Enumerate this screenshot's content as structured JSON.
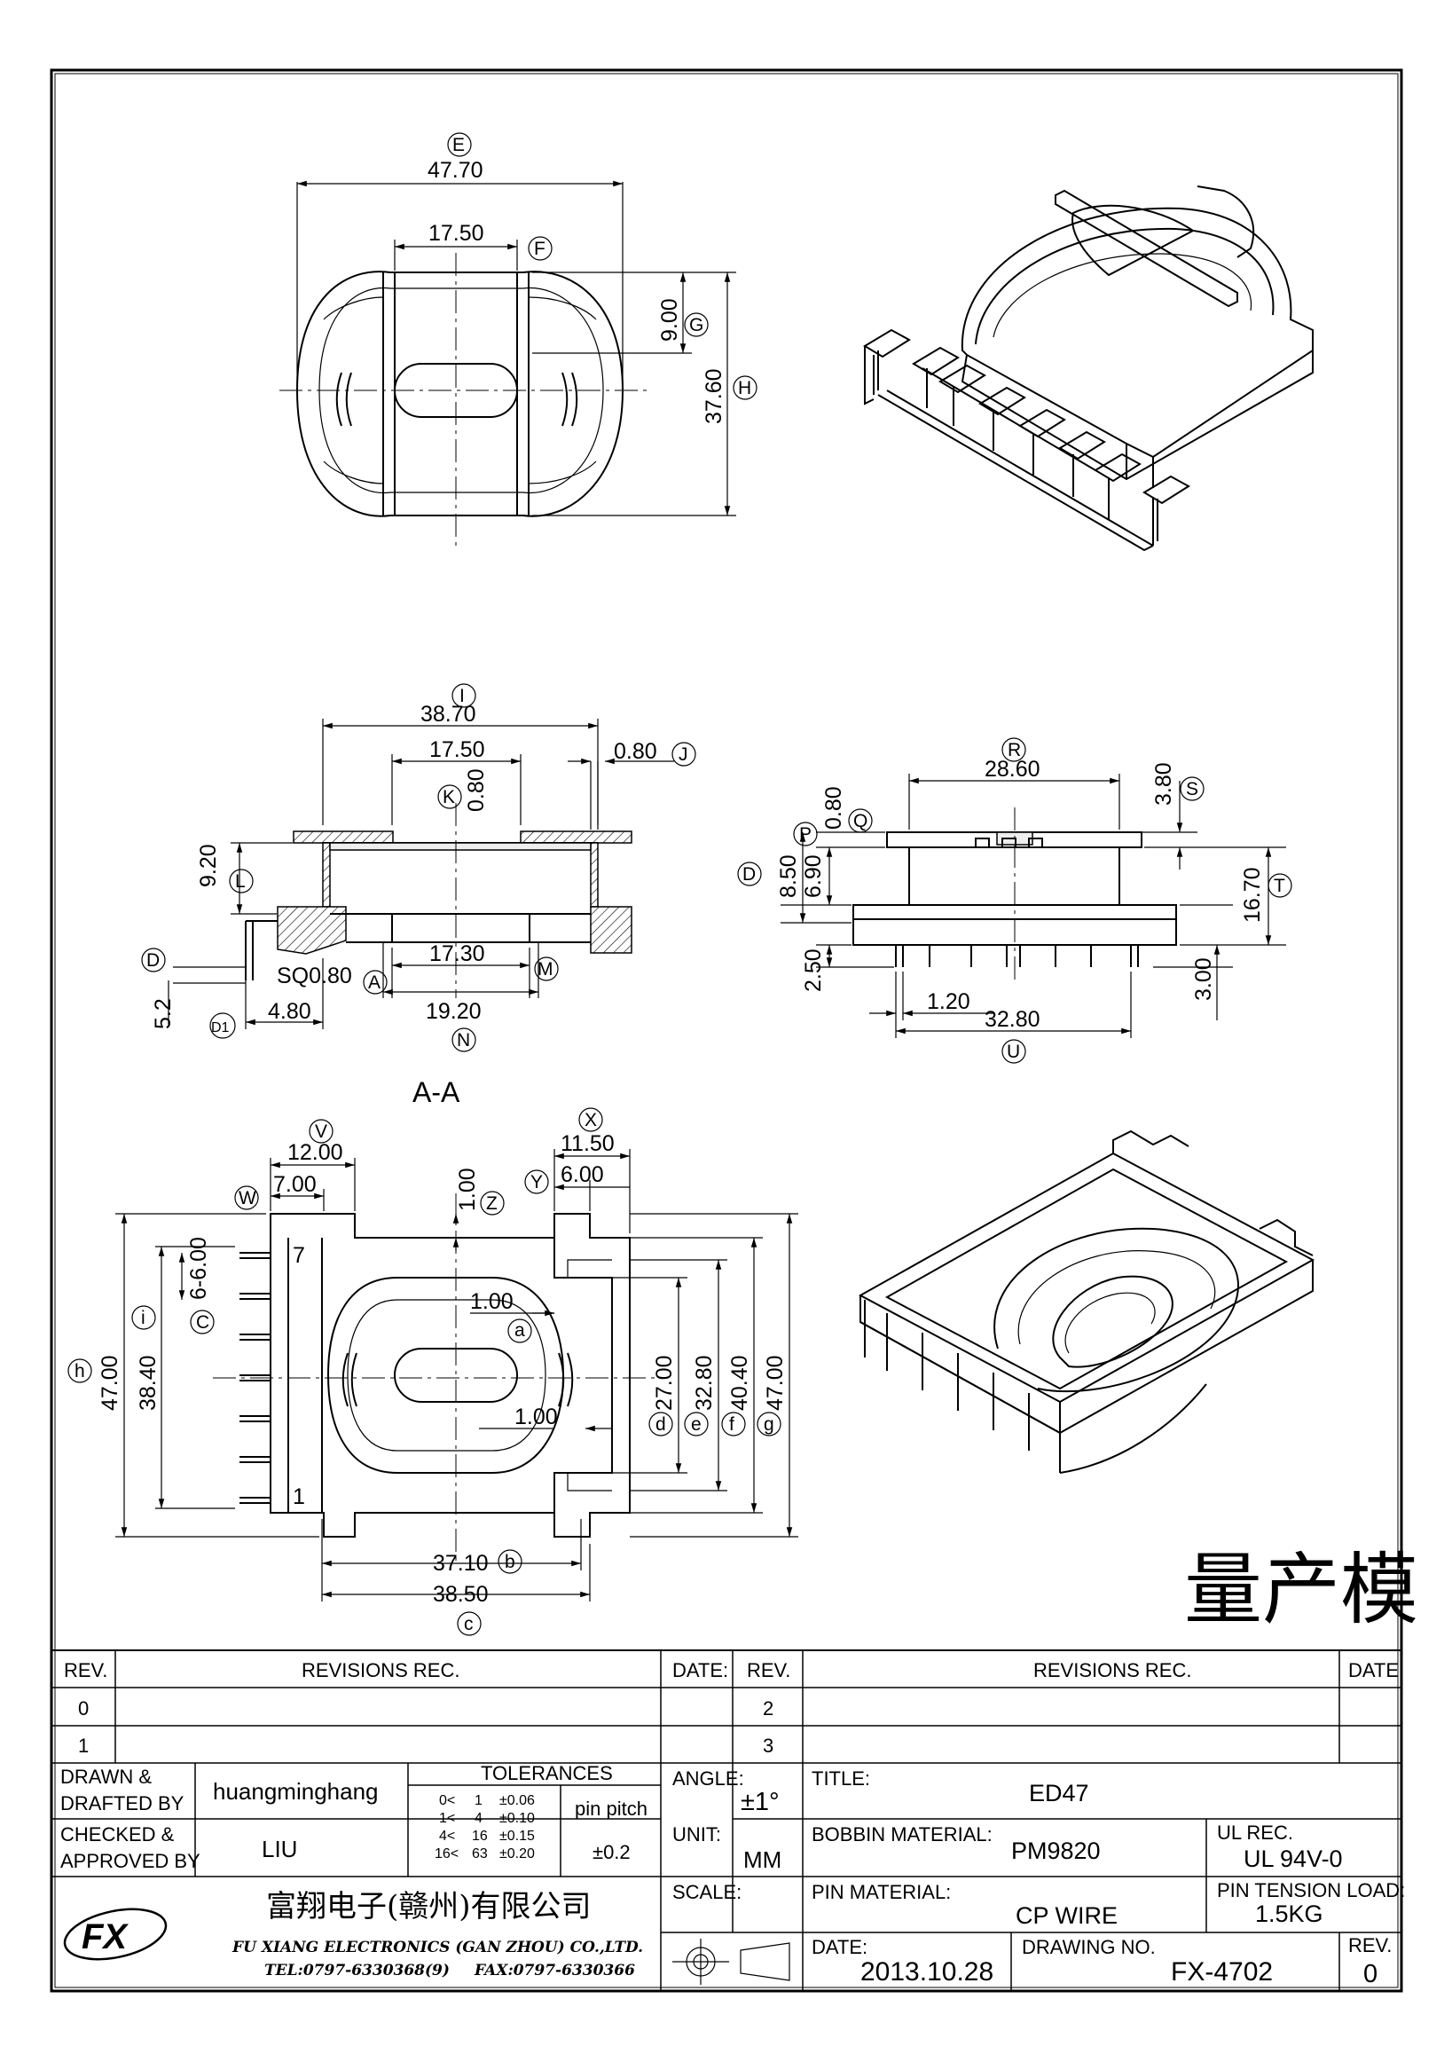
{
  "production_stamp": "量产模",
  "section_label": "A-A",
  "callouts": {
    "E": "E",
    "F": "F",
    "G": "G",
    "H": "H",
    "I": "I",
    "J": "J",
    "K": "K",
    "L": "L",
    "D": "D",
    "C": "C",
    "A": "A",
    "M": "M",
    "N": "N",
    "D1": "D1",
    "R": "R",
    "S": "S",
    "P": "P",
    "Q": "Q",
    "T": "T",
    "U": "U",
    "V": "V",
    "W": "W",
    "X": "X",
    "Y": "Y",
    "Z": "Z",
    "a": "a",
    "b": "b",
    "c": "c",
    "d": "d",
    "e": "e",
    "f": "f",
    "g": "g",
    "h": "h",
    "i": "i"
  },
  "top_view": {
    "E": "47.70",
    "F": "17.50",
    "G": "9.00",
    "H": "37.60"
  },
  "section_view": {
    "I": "38.70",
    "top": "17.50",
    "J": "0.80",
    "K": "0.80",
    "L": "9.20",
    "A": "SQ0.80",
    "M": "17.30",
    "N": "19.20",
    "D1": "4.80",
    "D": "5.2"
  },
  "front_view": {
    "R": "28.60",
    "S": "3.80",
    "Q": "0.80",
    "P": "6.90",
    "D": "8.50",
    "T": "16.70",
    "pin_len": "2.50",
    "pin_pitch": "1.20",
    "U": "32.80",
    "pin_tail": "3.00"
  },
  "bottom_view": {
    "V": "12.00",
    "W": "7.00",
    "X": "11.50",
    "Y": "6.00",
    "Z": "1.00",
    "a": "1.00",
    "C": "6-6.00",
    "i": "38.40",
    "h": "47.00",
    "d": "27.00",
    "e": "32.80",
    "f": "40.40",
    "g": "47.00",
    "b": "37.10",
    "c": "38.50",
    "gap": "1.00",
    "pin7": "7",
    "pin1": "1"
  },
  "title_block": {
    "rev_header": "REV.",
    "revisions_header": "REVISIONS    REC.",
    "date_header": "DATE:",
    "rev_rows": [
      "0",
      "1"
    ],
    "rev_rows_right": [
      "2",
      "3"
    ],
    "drawn_label": "DRAWN  &\nDRAFTED  BY",
    "drawn_value": "huangminghang",
    "checked_label": "CHECKED  &\nAPPROVED  BY",
    "checked_value": "LIU",
    "tolerances_header": "TOLERANCES",
    "tolerances": [
      [
        "0<",
        "1",
        "±0.06"
      ],
      [
        "1<",
        "4",
        "±0.10"
      ],
      [
        "4<",
        "16",
        "±0.15"
      ],
      [
        "16<",
        "63",
        "±0.20"
      ]
    ],
    "pin_pitch_label": "pin  pitch",
    "pin_pitch_value": "±0.2",
    "angle_label": "ANGLE:",
    "angle_value": "±1°",
    "unit_label": "UNIT:",
    "unit_value": "MM",
    "scale_label": "SCALE:",
    "title_label": "TITLE:",
    "title_value": "ED47",
    "bobbin_label": "BOBBIN  MATERIAL:",
    "bobbin_value": "PM9820",
    "ul_label": "UL  REC.",
    "ul_value": "UL  94V-0",
    "pin_material_label": "PIN  MATERIAL:",
    "pin_material_value": "CP  WIRE",
    "pin_tension_label": "PIN  TENSION  LOAD:",
    "pin_tension_value": "1.5KG",
    "company_cn": "富翔电子(赣州)有限公司",
    "company_en": "FU XIANG ELECTRONICS (GAN ZHOU) CO.,LTD.",
    "tel": "TEL:0797-6330368(9)",
    "fax": "FAX:0797-6330366",
    "date_label": "DATE:",
    "date_value": "2013.10.28",
    "drawing_no_label": "DRAWING  NO.",
    "drawing_no_value": "FX-4702",
    "rev_label": "REV.",
    "rev_value": "0"
  }
}
